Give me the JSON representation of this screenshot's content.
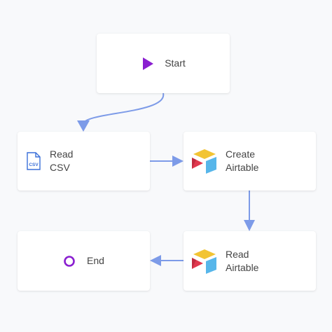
{
  "colors": {
    "edge": "#7d9be8",
    "start_icon": "#8a1fd0",
    "end_icon": "#8a1fd0",
    "csv_icon": "#3a6fd8",
    "airtable_yellow": "#f2c434",
    "airtable_red": "#e0384e",
    "airtable_blue": "#57b6ea"
  },
  "nodes": {
    "start": {
      "label": "Start",
      "icon": "play-icon"
    },
    "read_csv": {
      "label": "Read\nCSV",
      "icon": "csv-file-icon",
      "icon_text": "CSV"
    },
    "create_airtable": {
      "label": "Create\nAirtable",
      "icon": "airtable-icon"
    },
    "read_airtable": {
      "label": "Read\nAirtable",
      "icon": "airtable-icon"
    },
    "end": {
      "label": "End",
      "icon": "circle-icon"
    }
  },
  "edges": [
    {
      "from": "start",
      "to": "read_csv"
    },
    {
      "from": "read_csv",
      "to": "create_airtable"
    },
    {
      "from": "create_airtable",
      "to": "read_airtable"
    },
    {
      "from": "read_airtable",
      "to": "end"
    }
  ]
}
